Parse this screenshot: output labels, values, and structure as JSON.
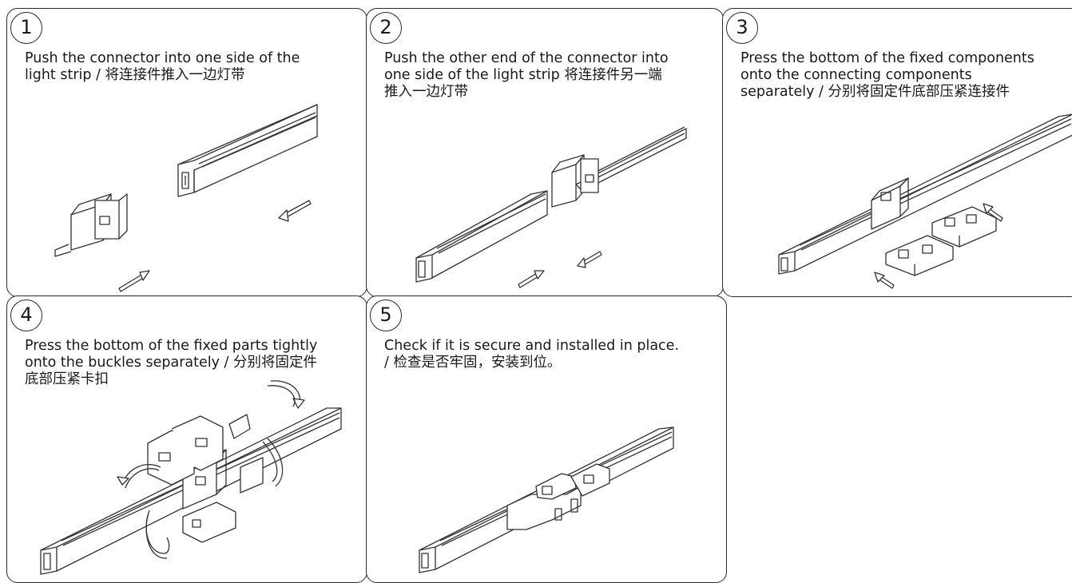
{
  "steps": [
    {
      "number": "1",
      "text": "Push the connector into one side of the\nlight strip / 将连接件推入一边灯带"
    },
    {
      "number": "2",
      "text": "Push the other end of the connector into\none side of the light strip 将连接件另一端\n推入一边灯带"
    },
    {
      "number": "3",
      "text": "Press the bottom of the fixed components\nonto the connecting components\nseparately / 分别将固定件底部压紧连接件"
    },
    {
      "number": "4",
      "text": "Press the bottom of the fixed parts tightly\nonto the buckles separately / 分别将固定件\n底部压紧卡扣"
    },
    {
      "number": "5",
      "text": "Check if it is secure and installed in place.\n/ 检查是否牢固，安装到位。"
    }
  ]
}
